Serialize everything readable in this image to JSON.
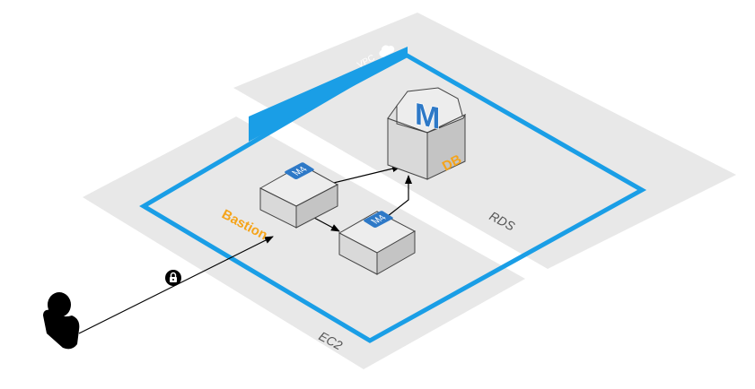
{
  "colors": {
    "zone_fill": "#e8e8e8",
    "vpc_border": "#1a9ee6",
    "accent_label": "#f5a41a",
    "box_top": "#ededed",
    "box_left": "#d9d9d9",
    "box_right": "#c4c4c4",
    "chip": "#2e79c7",
    "ink": "#000000"
  },
  "diagram": {
    "vpc": {
      "label": "VPC",
      "icon": "cloud-icon"
    },
    "zones": [
      {
        "id": "ec2",
        "label": "EC2"
      },
      {
        "id": "rds",
        "label": "RDS"
      }
    ],
    "nodes": [
      {
        "id": "bastion",
        "chip_label": "M4",
        "label": "Bastion"
      },
      {
        "id": "app-instance",
        "chip_label": "M4",
        "label": ""
      },
      {
        "id": "db",
        "chip_label": "M",
        "label": "DB"
      }
    ],
    "user": {
      "icon": "user-icon"
    },
    "lock": {
      "icon": "lock-icon"
    },
    "edges": [
      {
        "from": "user",
        "to": "bastion",
        "via": "lock"
      },
      {
        "from": "bastion",
        "to": "db"
      },
      {
        "from": "bastion",
        "to": "app-instance"
      },
      {
        "from": "app-instance",
        "to": "db"
      }
    ]
  }
}
